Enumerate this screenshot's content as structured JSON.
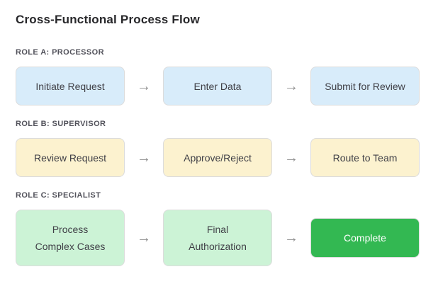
{
  "title": "Cross-Functional Process Flow",
  "arrow_glyph": "→",
  "colors": {
    "processor_fill": "#d8ecfa",
    "supervisor_fill": "#fcf2cf",
    "specialist_fill": "#ccf3d6",
    "complete_fill": "#33b852",
    "complete_text": "#ffffff",
    "box_border": "#dcdcdc",
    "arrow": "#8e8e8e"
  },
  "lanes": [
    {
      "label": "ROLE A: PROCESSOR",
      "steps": [
        "Initiate Request",
        "Enter Data",
        "Submit for Review"
      ]
    },
    {
      "label": "ROLE B: SUPERVISOR",
      "steps": [
        "Review Request",
        "Approve/Reject",
        "Route to Team"
      ]
    },
    {
      "label": "ROLE C: SPECIALIST",
      "steps": [
        "Process Complex Cases",
        "Final Authorization",
        "Complete"
      ]
    }
  ]
}
